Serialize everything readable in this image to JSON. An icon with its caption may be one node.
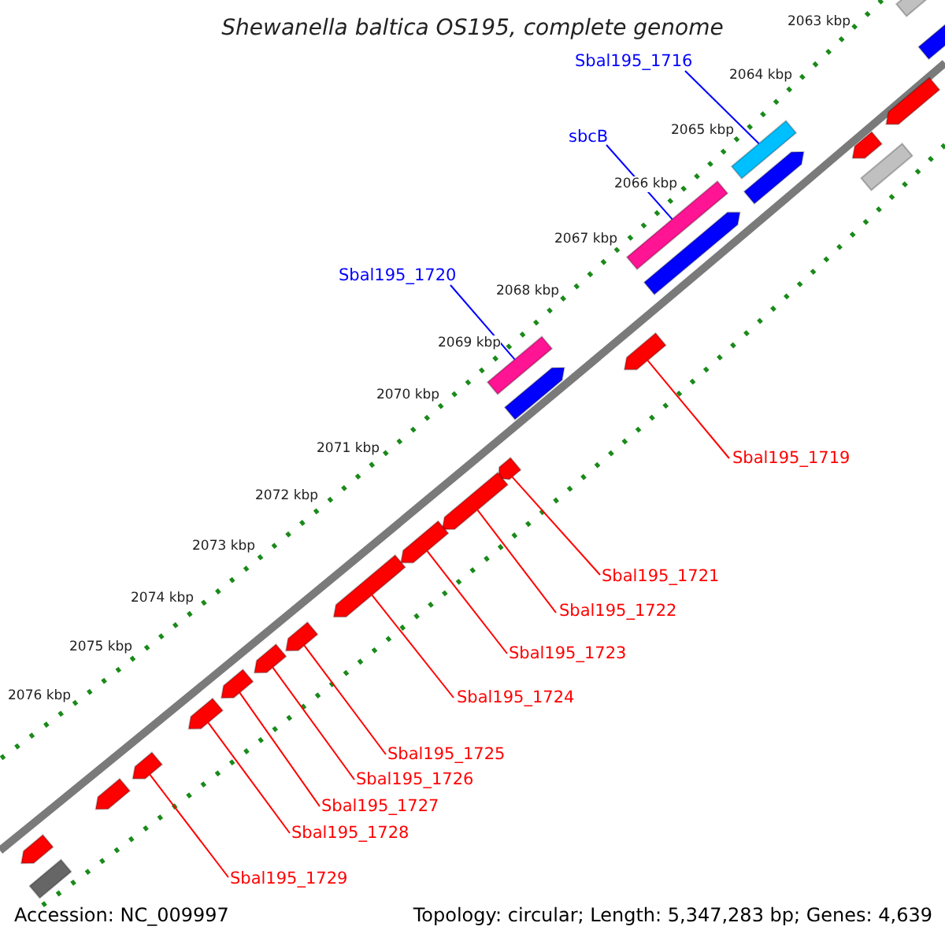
{
  "diagram": {
    "title": "Shewanella baltica OS195, complete genome",
    "nodes": [
      {
        "text": [
          "Sbal195_1716"
        ]
      },
      {
        "text": [
          "sbcB"
        ]
      },
      {
        "text": [
          "Sbal195_1720"
        ]
      },
      {
        "text": [
          "Sbal195_1719"
        ]
      },
      {
        "text": [
          "Sbal195_1721"
        ]
      },
      {
        "text": [
          "Sbal195_1722"
        ]
      },
      {
        "text": [
          "Sbal195_1723"
        ]
      },
      {
        "text": [
          "Sbal195_1724"
        ]
      },
      {
        "text": [
          "Sbal195_1725"
        ]
      },
      {
        "text": [
          "Sbal195_1726"
        ]
      },
      {
        "text": [
          "Sbal195_1727"
        ]
      },
      {
        "text": [
          "Sbal195_1728"
        ]
      },
      {
        "text": [
          "Sbal195_1729"
        ]
      },
      {
        "text": [],
        "shape": "bar"
      },
      {
        "text": [],
        "shape": "bar"
      },
      {
        "text": [],
        "shape": "bar"
      },
      {
        "text": [],
        "shape": "bar"
      },
      {
        "text": [],
        "shape": "bar"
      },
      {
        "text": [],
        "shape": "bar"
      },
      {
        "text": [],
        "shape": "bar"
      },
      {
        "text": [],
        "shape": "bar"
      },
      {
        "text": [],
        "shape": "bar"
      },
      {
        "text": [],
        "shape": "bar"
      },
      {
        "text": [],
        "shape": "bar"
      },
      {
        "text": [],
        "shape": "bar"
      },
      {
        "text": [],
        "shape": "bar"
      },
      {
        "text": [],
        "shape": "bar"
      },
      {
        "text": [],
        "shape": "bar"
      },
      {
        "text": [],
        "shape": "bar"
      },
      {
        "text": [],
        "shape": "bar"
      },
      {
        "text": [],
        "shape": "bar"
      },
      {
        "text": [],
        "shape": "bar"
      },
      {
        "text": [],
        "shape": "bar"
      },
      {
        "text": [],
        "shape": "bar"
      },
      {
        "text": [],
        "shape": "bar"
      },
      {
        "text": [],
        "shape": "bar"
      },
      {
        "text": [],
        "shape": "bar"
      }
    ],
    "edges": [
      {
        "from": 0,
        "to": 18,
        "arrow": "none",
        "color": "#0000ff"
      },
      {
        "from": 1,
        "to": 20,
        "arrow": "none",
        "color": "#0000ff"
      },
      {
        "from": 2,
        "to": 23,
        "arrow": "none",
        "color": "#0000ff"
      },
      {
        "from": 3,
        "to": 22,
        "arrow": "none"
      },
      {
        "from": 4,
        "to": 25,
        "arrow": "none"
      },
      {
        "from": 5,
        "to": 26,
        "arrow": "none"
      },
      {
        "from": 6,
        "to": 27,
        "arrow": "none"
      },
      {
        "from": 7,
        "to": 28,
        "arrow": "none"
      },
      {
        "from": 8,
        "to": 29,
        "arrow": "none"
      },
      {
        "from": 9,
        "to": 30,
        "arrow": "none"
      },
      {
        "from": 10,
        "to": 31,
        "arrow": "none"
      },
      {
        "from": 11,
        "to": 32,
        "arrow": "none"
      },
      {
        "from": 12,
        "to": 33,
        "arrow": "none"
      }
    ],
    "labels": [
      "2063 kbp",
      "2064 kbp",
      "2065 kbp",
      "2066 kbp",
      "2067 kbp",
      "2068 kbp",
      "2069 kbp",
      "2070 kbp",
      "2071 kbp",
      "2072 kbp",
      "2073 kbp",
      "2074 kbp",
      "2075 kbp",
      "2076 kbp",
      "Accession: NC_009997",
      "Topology: circular; Length: 5,347,283 bp; Genes: 4,639"
    ]
  }
}
